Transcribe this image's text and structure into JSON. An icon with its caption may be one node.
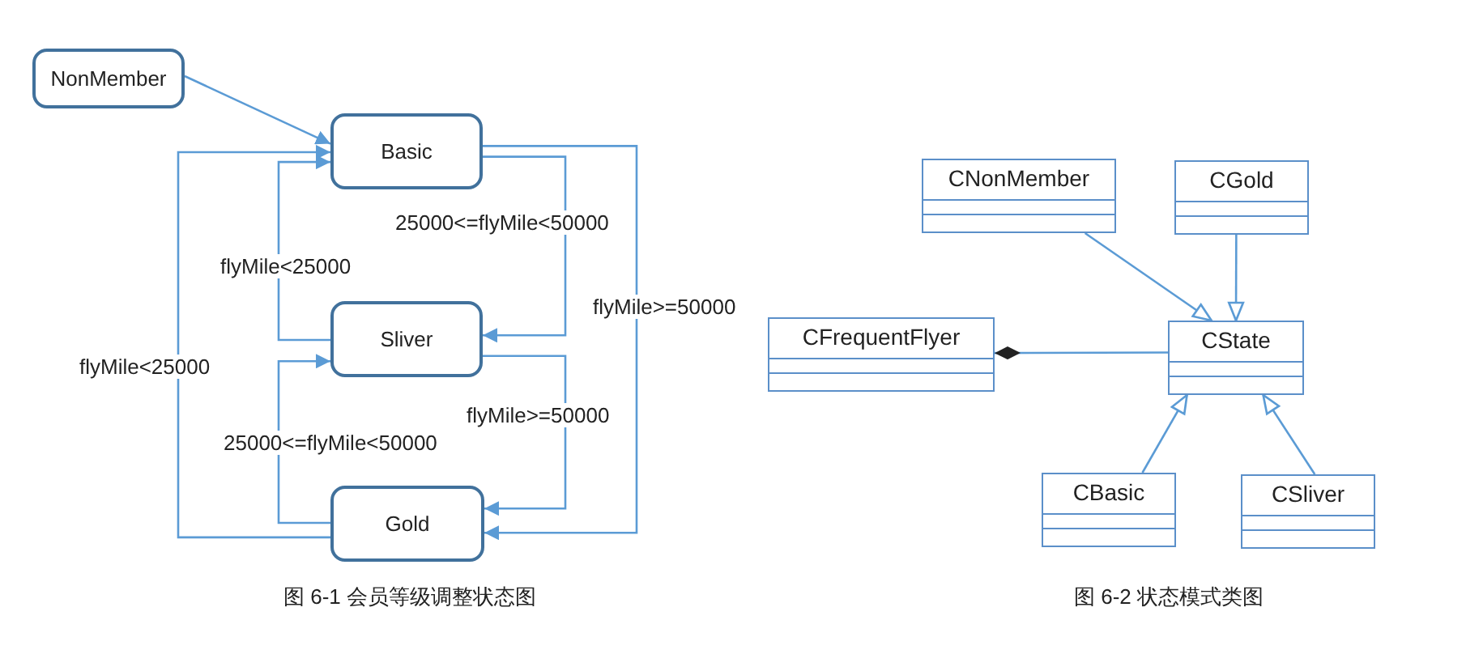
{
  "diagram": {
    "nodes": [
      {
        "text": [
          "NonMember"
        ]
      },
      {
        "text": [
          "Basic"
        ]
      },
      {
        "text": [
          "Sliver"
        ]
      },
      {
        "text": [
          "Gold"
        ]
      },
      {
        "text": [
          "CNonMember"
        ]
      },
      {
        "text": [
          "CGold"
        ]
      },
      {
        "text": [
          "CFrequentFlyer"
        ]
      },
      {
        "text": [
          "CState"
        ]
      },
      {
        "text": [
          "CBasic"
        ]
      },
      {
        "text": [
          "CSliver"
        ]
      }
    ],
    "edges": [
      {
        "from": 0,
        "to": 1,
        "arrow": "to"
      },
      {
        "from": 3,
        "to": 1,
        "arrow": "to",
        "label": "flyMile<25000"
      },
      {
        "from": 2,
        "to": 1,
        "arrow": "to",
        "label": "flyMile<25000"
      },
      {
        "from": 1,
        "to": 2,
        "arrow": "to",
        "label": "25000<=flyMile<50000"
      },
      {
        "from": 1,
        "to": 3,
        "arrow": "to",
        "label": "flyMile>=50000"
      },
      {
        "from": 3,
        "to": 2,
        "arrow": "to",
        "label": "25000<=flyMile<50000"
      },
      {
        "from": 2,
        "to": 3,
        "arrow": "to",
        "label": "flyMile>=50000"
      },
      {
        "from": 4,
        "to": 7,
        "arrow": "to"
      },
      {
        "from": 5,
        "to": 7,
        "arrow": "to"
      },
      {
        "from": 6,
        "to": 7,
        "arrow": "other"
      },
      {
        "from": 8,
        "to": 7,
        "arrow": "to"
      },
      {
        "from": 9,
        "to": 7,
        "arrow": "to"
      }
    ],
    "labels": [
      "图 6-1 会员等级调整状态图",
      "图 6-2 状态模式类图"
    ]
  }
}
